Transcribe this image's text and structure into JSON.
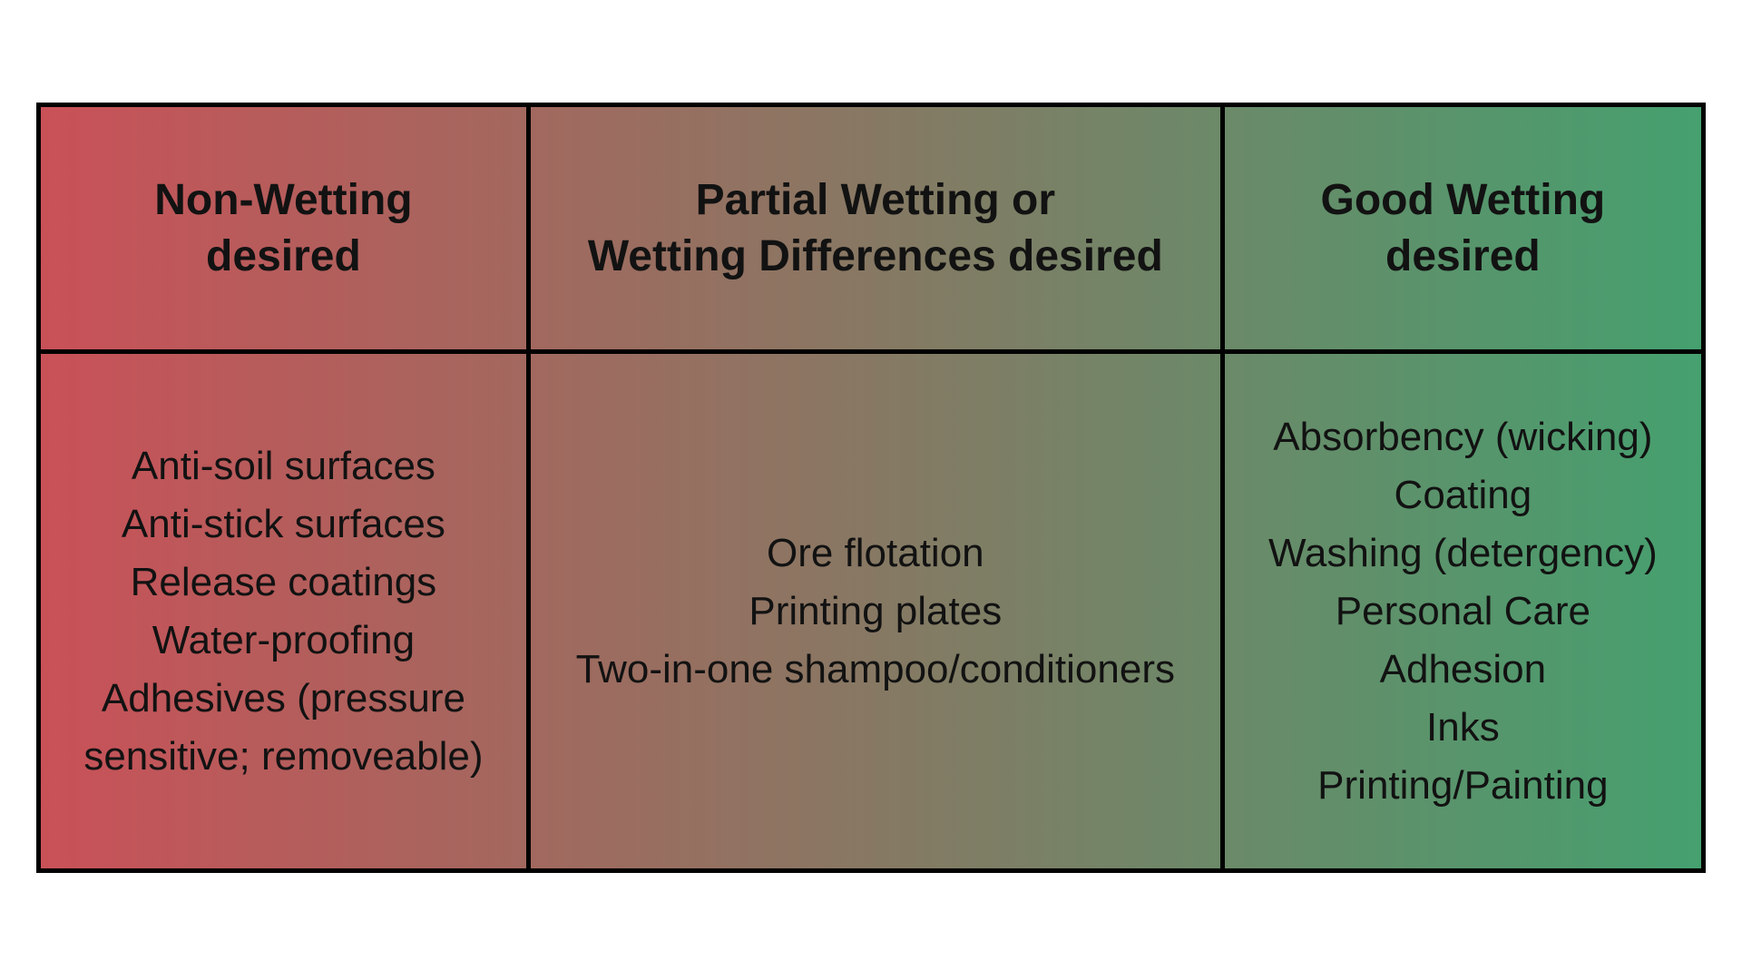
{
  "page": {
    "background_color": "#ffffff",
    "border_color": "#000000",
    "text_color": "#121212",
    "gradient_left_color": "#c95158",
    "gradient_right_color": "#45a06f"
  },
  "table": {
    "columns": [
      {
        "id": "non-wetting",
        "header": [
          "Non-Wetting",
          "desired"
        ],
        "items": [
          "Anti-soil surfaces",
          "Anti-stick surfaces",
          "Release coatings",
          "Water-proofing",
          "Adhesives (pressure",
          "sensitive; removeable)"
        ]
      },
      {
        "id": "partial-wetting",
        "header": [
          "Partial Wetting or",
          "Wetting Differences desired"
        ],
        "items": [
          "Ore flotation",
          "Printing plates",
          "Two-in-one shampoo/conditioners"
        ]
      },
      {
        "id": "good-wetting",
        "header": [
          "Good Wetting",
          "desired"
        ],
        "items": [
          "Absorbency (wicking)",
          "Coating",
          "Washing (detergency)",
          "Personal Care",
          "Adhesion",
          "Inks",
          "Printing/Painting"
        ]
      }
    ]
  }
}
